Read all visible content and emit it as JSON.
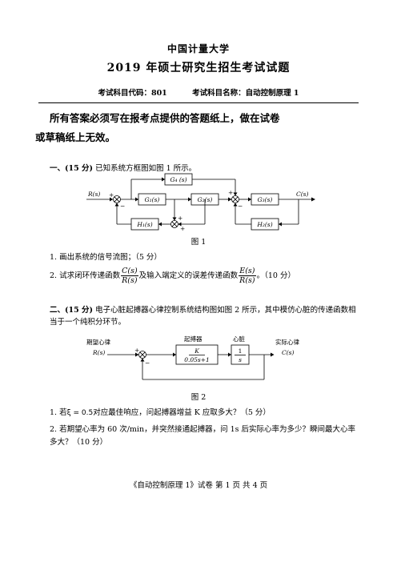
{
  "header": {
    "school": "中国计量大学",
    "exam_title": "2019 年硕士研究生招生考试试题",
    "subject_code": "考试科目代码：801",
    "subject_name": "考试科目名称：自动控制原理 1"
  },
  "notice": {
    "line1": "所有答案必须写在报考点提供的答题纸上，做在试卷",
    "line2": "或草稿纸上无效。"
  },
  "q1": {
    "heading": "一、(15 分)",
    "text": "已知系统方框图如图 1 所示。",
    "diagram": {
      "input": "R(s)",
      "output": "C(s)",
      "g1": "G₁(s)",
      "g2": "G₂(s)",
      "g3": "G₃(s)",
      "g4": "G₄ (s)",
      "h1": "H₁(s)",
      "h2": "H₂(s)",
      "plus": "+",
      "minus": "−"
    },
    "caption": "图 1",
    "sub1": "1. 画出系统的信号流图；（5 分）",
    "sub2_a": "2. 试求闭环传递函数",
    "sub2_frac1_num": "C(s)",
    "sub2_frac1_den": "R(s)",
    "sub2_b": "及输入端定义的误差传递函数",
    "sub2_frac2_num": "E(s)",
    "sub2_frac2_den": "R(s)",
    "sub2_c": "。（10 分）"
  },
  "q2": {
    "heading": "二、(15 分)",
    "text": "电子心脏起搏器心律控制系统结构图如图 2 所示，其中模仿心脏的传递函数相当于一个纯积分环节。",
    "diagram": {
      "input_label": "期望心律",
      "input": "R(s)",
      "pacer_label": "起搏器",
      "pacer_num": "K",
      "pacer_den": "0.05s+1",
      "heart_label": "心脏",
      "heart_num": "1",
      "heart_den": "s",
      "output_label": "实际心律",
      "output": "C(s)",
      "plus": "+",
      "minus": "−"
    },
    "caption": "图 2",
    "sub1_a": "1. 若",
    "sub1_sym": "ξ = 0.5",
    "sub1_b": "对应最佳响应，问起搏器增益 K 应取多大？（5 分）",
    "sub2": "2. 若期望心率为 60 次/min，并突然接通起搏器，问 1s 后实际心率为多少？瞬间最大心率多大？（10 分）"
  },
  "footer": "《自动控制原理 1》试卷    第 1 页    共 4 页"
}
